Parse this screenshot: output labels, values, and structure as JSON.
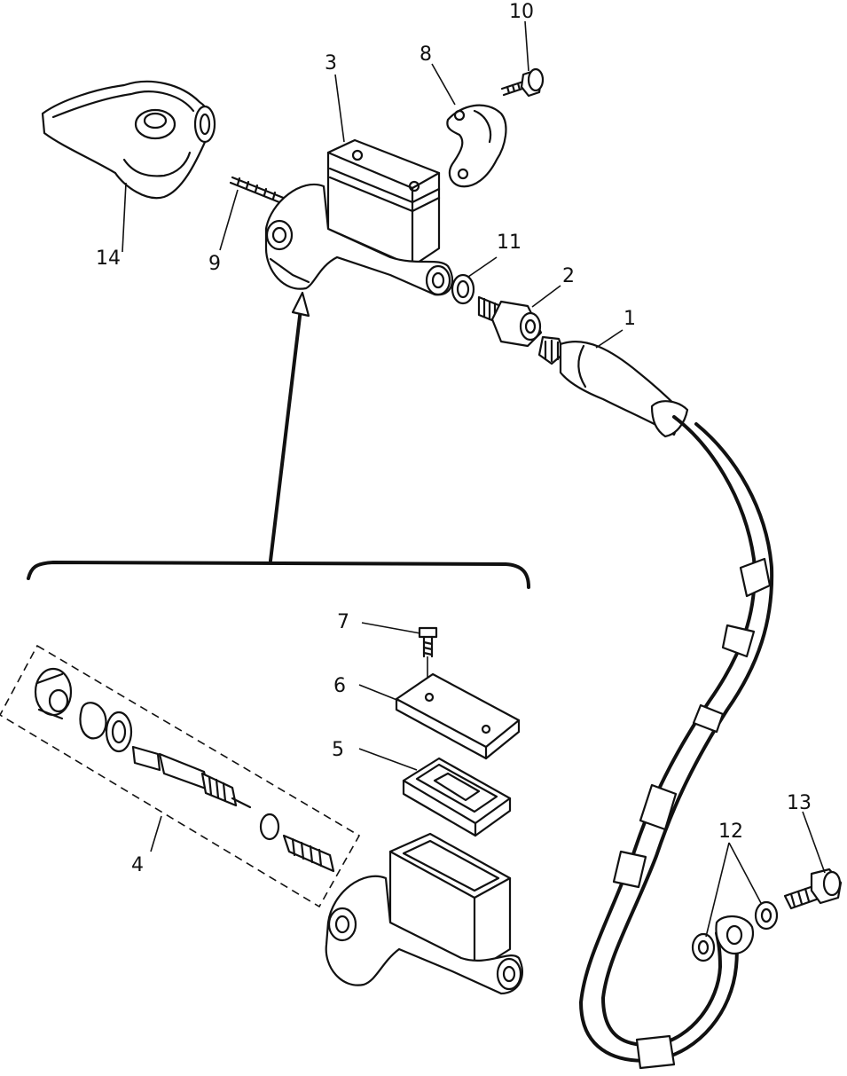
{
  "diagram": {
    "callouts": [
      "1",
      "2",
      "3",
      "4",
      "5",
      "6",
      "7",
      "8",
      "9",
      "10",
      "11",
      "12",
      "13",
      "14"
    ],
    "parts": [
      {
        "id": "1",
        "name": "brake-hose"
      },
      {
        "id": "2",
        "name": "hose-fitting"
      },
      {
        "id": "3",
        "name": "master-cylinder-assembly"
      },
      {
        "id": "4",
        "name": "piston-kit"
      },
      {
        "id": "5",
        "name": "diaphragm"
      },
      {
        "id": "6",
        "name": "reservoir-cap"
      },
      {
        "id": "7",
        "name": "cap-screw"
      },
      {
        "id": "8",
        "name": "holder-clamp"
      },
      {
        "id": "9",
        "name": "bolt"
      },
      {
        "id": "10",
        "name": "clamp-bolt"
      },
      {
        "id": "11",
        "name": "washer"
      },
      {
        "id": "12",
        "name": "gasket-washers"
      },
      {
        "id": "13",
        "name": "union-bolt"
      },
      {
        "id": "14",
        "name": "lever-cover"
      }
    ]
  }
}
